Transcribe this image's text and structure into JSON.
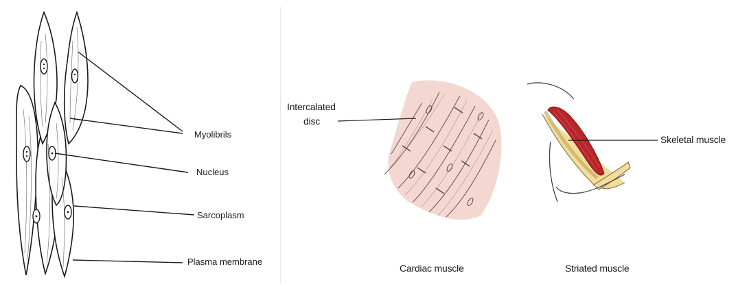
{
  "left_diagram": {
    "labels": {
      "myofibrils": "Myolibrils",
      "nucleus": "Nucleus",
      "sarcoplasm": "Sarcoplasm",
      "plasma_membrane": "Plasma membrane"
    }
  },
  "right_diagram": {
    "labels": {
      "intercalated_line1": "Intercalated",
      "intercalated_line2": "disc",
      "skeletal_muscle": "Skeletal muscle"
    },
    "captions": {
      "cardiac": "Cardiac muscle",
      "striated": "Striated muscle"
    }
  },
  "colors": {
    "outline": "#1a1a1a",
    "cardiac_tint": "#e9b8b0",
    "muscle_red": "#b8262b",
    "bone_tan": "#f2dd9a"
  }
}
